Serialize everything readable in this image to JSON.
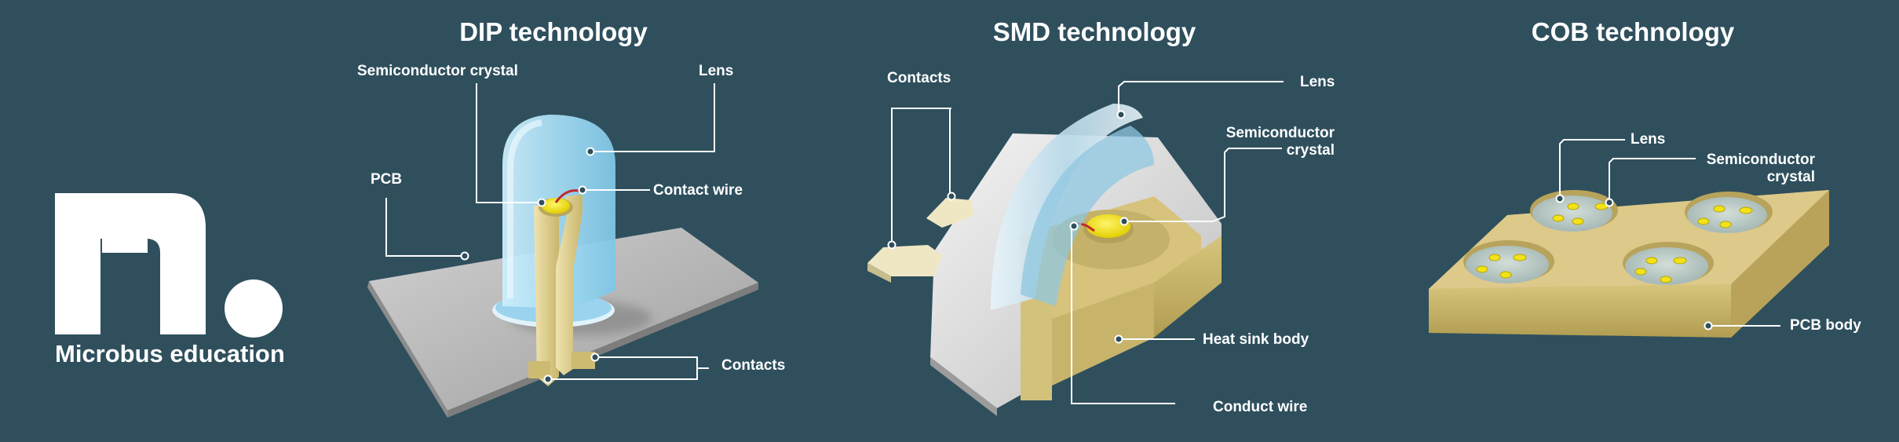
{
  "brand": {
    "name": "Microbus education"
  },
  "sections": [
    {
      "title": "DIP technology",
      "labels": {
        "semiconductor_crystal": "Semiconductor crystal",
        "lens": "Lens",
        "pcb": "PCB",
        "contact_wire": "Contact wire",
        "contacts": "Contacts"
      }
    },
    {
      "title": "SMD technology",
      "labels": {
        "contacts": "Contacts",
        "lens": "Lens",
        "semiconductor_crystal_line1": "Semiconductor",
        "semiconductor_crystal_line2": "crystal",
        "heat_sink_body": "Heat sink body",
        "conduct_wire": "Conduct wire"
      }
    },
    {
      "title": "COB technology",
      "labels": {
        "lens": "Lens",
        "semiconductor_crystal_line1": "Semiconductor",
        "semiconductor_crystal_line2": "crystal",
        "pcb_body": "PCB body"
      }
    }
  ],
  "colors": {
    "background": "#2f4f5d",
    "text": "#ffffff",
    "gold": "#d8c98a",
    "crystal_yellow": "#f2e21a",
    "lens_blue": "#a9dcf2",
    "pcb_gray": "#b3b3b3",
    "wire_red": "#c0282f"
  }
}
